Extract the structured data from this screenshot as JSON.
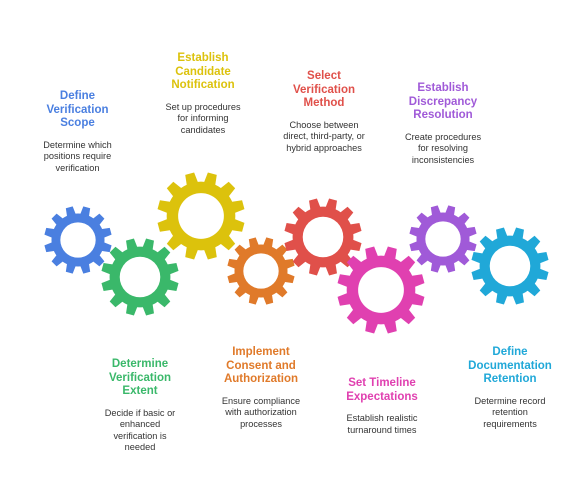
{
  "steps": [
    {
      "title": "Define\nVerification\nScope",
      "description": "Determine which\npositions require\nverification",
      "color": "#4a7fe0"
    },
    {
      "title": "Establish\nCandidate\nNotification",
      "description": "Set up procedures\nfor informing\ncandidates",
      "color": "#dcc20c"
    },
    {
      "title": "Select\nVerification\nMethod",
      "description": "Choose between\ndirect, third-party, or\nhybrid approaches",
      "color": "#e0504a"
    },
    {
      "title": "Establish\nDiscrepancy\nResolution",
      "description": "Create procedures\nfor resolving\ninconsistencies",
      "color": "#a05ad8"
    },
    {
      "title": "Determine\nVerification\nExtent",
      "description": "Decide if basic or\nenhanced\nverification is\nneeded",
      "color": "#3ab86a"
    },
    {
      "title": "Implement\nConsent and\nAuthorization",
      "description": "Ensure compliance\nwith authorization\nprocesses",
      "color": "#e07a2a"
    },
    {
      "title": "Set Timeline\nExpectations",
      "description": "Establish realistic\nturnaround times",
      "color": "#e040b0"
    },
    {
      "title": "Define\nDocumentation\nRetention",
      "description": "Determine record\nretention\nrequirements",
      "color": "#20a8d8"
    }
  ]
}
